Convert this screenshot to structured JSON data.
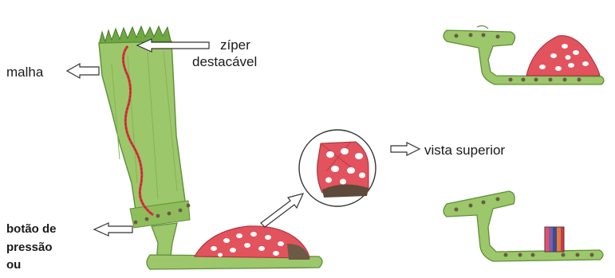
{
  "labels": {
    "malha": "malha",
    "ziper_line1": "zíper",
    "ziper_line2": "destacável",
    "vista_superior": "vista superior",
    "botao_line1": "botão de",
    "botao_line2": "pressão",
    "botao_line3": "ou"
  },
  "colors": {
    "boot_green": "#9cc76a",
    "boot_green_dark": "#5f8f3a",
    "zipper_red": "#d8353f",
    "toe_red": "#e2535d",
    "dot_brown": "#6b5a46",
    "stripe_colors": [
      "#e94e6a",
      "#7a5ea8",
      "#3e4b8f",
      "#e27a3c",
      "#c73a4c"
    ]
  },
  "icons": [
    "arrow-left-icon",
    "arrow-right-icon",
    "magnifier-circle-icon"
  ]
}
